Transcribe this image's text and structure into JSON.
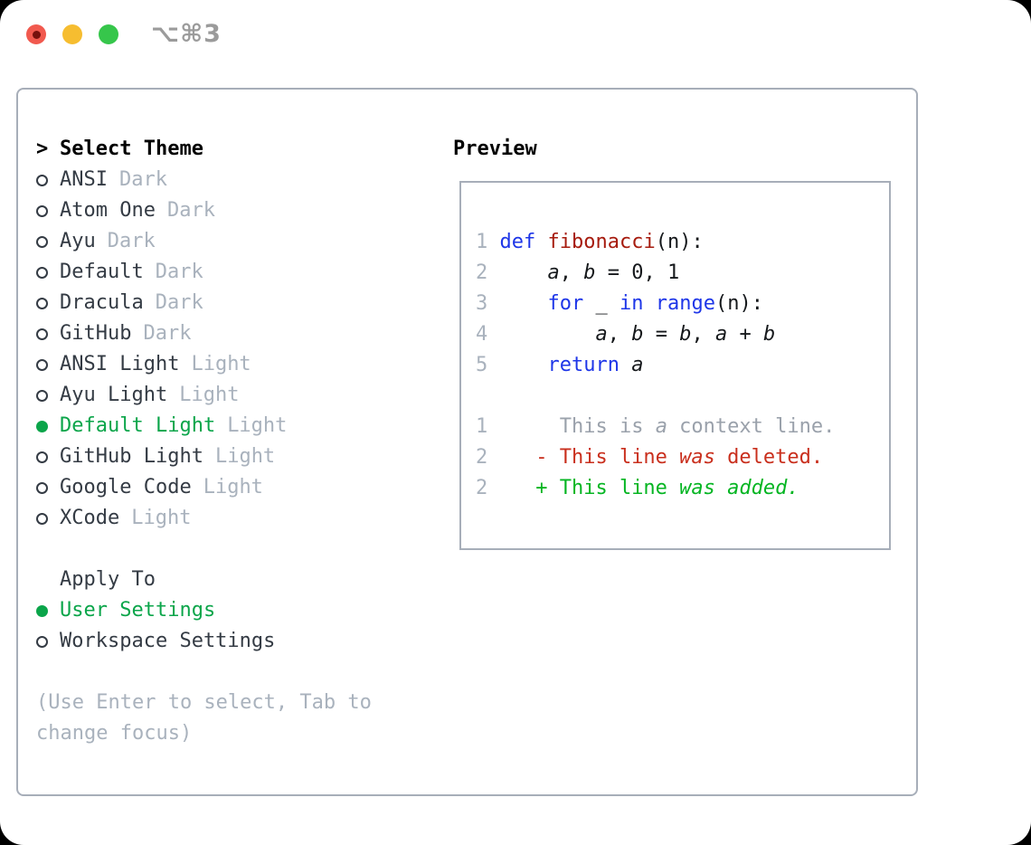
{
  "window": {
    "shortcut_label": "⌥⌘3",
    "traffic_lights": [
      {
        "name": "close",
        "color": "#f1594e",
        "dot_color": "#76100c"
      },
      {
        "name": "minimize",
        "color": "#f6bd30"
      },
      {
        "name": "zoom",
        "color": "#36c64b"
      }
    ]
  },
  "colors": {
    "panel_border": "#a7aeb9",
    "item_text": "#343b44",
    "muted_gray": "#a9b2bd",
    "selected_green": "#0ba54a",
    "keyword_blue": "#1e36e8",
    "function_red": "#a61b0e",
    "code_black": "#15181b",
    "context_gray": "#9aa1ab",
    "deleted_red": "#c92f1d",
    "added_green": "#04b522",
    "tl_red": "#f1594e",
    "tl_red_dot": "#76100c",
    "tl_yellow": "#f6bd30",
    "tl_green": "#36c64b"
  },
  "theme_panel": {
    "cursor": ">",
    "title": "Select Theme",
    "items": [
      {
        "name": "ANSI",
        "tag": "Dark",
        "selected": false
      },
      {
        "name": "Atom One",
        "tag": "Dark",
        "selected": false
      },
      {
        "name": "Ayu",
        "tag": "Dark",
        "selected": false
      },
      {
        "name": "Default",
        "tag": "Dark",
        "selected": false
      },
      {
        "name": "Dracula",
        "tag": "Dark",
        "selected": false
      },
      {
        "name": "GitHub",
        "tag": "Dark",
        "selected": false
      },
      {
        "name": "ANSI Light",
        "tag": "Light",
        "selected": false
      },
      {
        "name": "Ayu Light",
        "tag": "Light",
        "selected": false
      },
      {
        "name": "Default Light",
        "tag": "Light",
        "selected": true
      },
      {
        "name": "GitHub Light",
        "tag": "Light",
        "selected": false
      },
      {
        "name": "Google Code",
        "tag": "Light",
        "selected": false
      },
      {
        "name": "XCode",
        "tag": "Light",
        "selected": false
      }
    ],
    "apply_to": {
      "title": "Apply To",
      "options": [
        {
          "name": "User Settings",
          "selected": true
        },
        {
          "name": "Workspace Settings",
          "selected": false
        }
      ]
    },
    "hint": "(Use Enter to select, Tab to change focus)"
  },
  "preview": {
    "title": "Preview",
    "lines": [
      [],
      [
        [
          "1 ",
          "ln"
        ],
        [
          "def ",
          "kw"
        ],
        [
          "fibonacci",
          "fn"
        ],
        [
          "(n):",
          "pl"
        ]
      ],
      [
        [
          "2 ",
          "ln"
        ],
        [
          "    ",
          "pl"
        ],
        [
          "a",
          "v"
        ],
        [
          ", ",
          "pl"
        ],
        [
          "b",
          "v"
        ],
        [
          " = 0, 1",
          "pl"
        ]
      ],
      [
        [
          "3 ",
          "ln"
        ],
        [
          "    ",
          "pl"
        ],
        [
          "for ",
          "kw"
        ],
        [
          "_ ",
          "pl"
        ],
        [
          "in ",
          "kw"
        ],
        [
          "range",
          "kw"
        ],
        [
          "(n):",
          "pl"
        ]
      ],
      [
        [
          "4 ",
          "ln"
        ],
        [
          "        ",
          "pl"
        ],
        [
          "a",
          "v"
        ],
        [
          ", ",
          "pl"
        ],
        [
          "b",
          "v"
        ],
        [
          " = ",
          "pl"
        ],
        [
          "b",
          "v"
        ],
        [
          ", ",
          "pl"
        ],
        [
          "a",
          "v"
        ],
        [
          " + ",
          "pl"
        ],
        [
          "b",
          "v"
        ]
      ],
      [
        [
          "5 ",
          "ln"
        ],
        [
          "    ",
          "pl"
        ],
        [
          "return ",
          "kw"
        ],
        [
          "a",
          "v"
        ]
      ],
      [],
      [
        [
          "1",
          "ln"
        ],
        [
          "      This is ",
          "ctx"
        ],
        [
          "a",
          "ctxi"
        ],
        [
          " context line.",
          "ctx"
        ]
      ],
      [
        [
          "2",
          "ln"
        ],
        [
          "    - This line ",
          "del"
        ],
        [
          "was",
          "deli"
        ],
        [
          " deleted.",
          "del"
        ]
      ],
      [
        [
          "2",
          "ln"
        ],
        [
          "    + This line ",
          "add"
        ],
        [
          "was",
          "addi"
        ],
        [
          " ",
          "add"
        ],
        [
          "added.",
          "addi"
        ]
      ],
      []
    ]
  }
}
